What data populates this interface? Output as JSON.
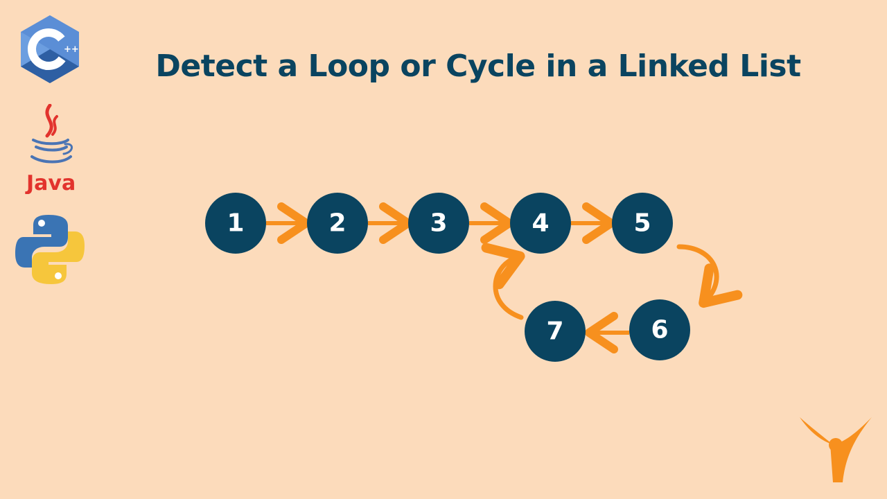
{
  "header": {
    "title": "Detect a Loop or Cycle in a Linked List"
  },
  "logos": {
    "cpp_text": "C++",
    "java_text": "Java",
    "python_text": "Python"
  },
  "diagram": {
    "nodes": [
      "1",
      "2",
      "3",
      "4",
      "5",
      "6",
      "7"
    ],
    "links": [
      [
        "1",
        "2"
      ],
      [
        "2",
        "3"
      ],
      [
        "3",
        "4"
      ],
      [
        "4",
        "5"
      ],
      [
        "5",
        "6"
      ],
      [
        "6",
        "7"
      ],
      [
        "7",
        "4"
      ]
    ]
  },
  "colors": {
    "background": "#fcdbbb",
    "title": "#0a4460",
    "node": "#0a4460",
    "arrow": "#f7901e",
    "brand": "#f7901e"
  },
  "icons": [
    "cpp-logo-icon",
    "java-logo-icon",
    "python-logo-icon",
    "brand-logo-icon"
  ]
}
